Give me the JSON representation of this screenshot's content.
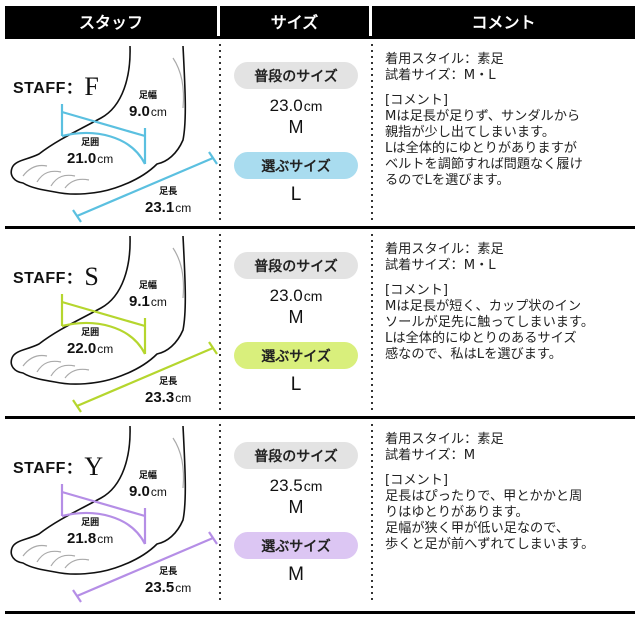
{
  "header": {
    "col_staff": "スタッフ",
    "col_size": "サイズ",
    "col_comment": "コメント"
  },
  "labels": {
    "staff_prefix": "STAFF：",
    "width_label": "足幅",
    "girth_label": "足囲",
    "length_label": "足長",
    "unit": "cm",
    "usual_size_label": "普段のサイズ",
    "chosen_size_label": "選ぶサイズ"
  },
  "rows": [
    {
      "staff": "F",
      "accent_color": "#5bc0e0",
      "pill_color": "#a9dcef",
      "foot_width": "9.0",
      "foot_girth": "21.0",
      "foot_length": "23.1",
      "usual_cm": "23.0",
      "usual_size": "M",
      "chosen_size": "L",
      "style": "着用スタイル：素足",
      "tried": "試着サイズ：M・L",
      "comment_title": "[コメント]",
      "comment_lines": [
        "Mは足長が足りず、サンダルから",
        "親指が少し出てしまいます。",
        "Lは全体的にゆとりがありますが",
        "ベルトを調節すれば問題なく履け",
        "るのでLを選びます。"
      ]
    },
    {
      "staff": "S",
      "accent_color": "#b5d62e",
      "pill_color": "#d9ef7c",
      "foot_width": "9.1",
      "foot_girth": "22.0",
      "foot_length": "23.3",
      "usual_cm": "23.0",
      "usual_size": "M",
      "chosen_size": "L",
      "style": "着用スタイル：素足",
      "tried": "試着サイズ：M・L",
      "comment_title": "[コメント]",
      "comment_lines": [
        "Mは足長が短く、カップ状のイン",
        "ソールが足先に触ってしまいます。",
        "Lは全体的にゆとりのあるサイズ",
        "感なので、私はLを選びます。"
      ]
    },
    {
      "staff": "Y",
      "accent_color": "#b58ee6",
      "pill_color": "#dcc6f3",
      "foot_width": "9.0",
      "foot_girth": "21.8",
      "foot_length": "23.5",
      "usual_cm": "23.5",
      "usual_size": "M",
      "chosen_size": "M",
      "style": "着用スタイル：素足",
      "tried": "試着サイズ：M",
      "comment_title": "[コメント]",
      "comment_lines": [
        "足長はぴったりで、甲とかかと周",
        "りはゆとりがあります。",
        "足幅が狭く甲が低い足なので、",
        "歩くと足が前へずれてしまいます。"
      ]
    }
  ]
}
